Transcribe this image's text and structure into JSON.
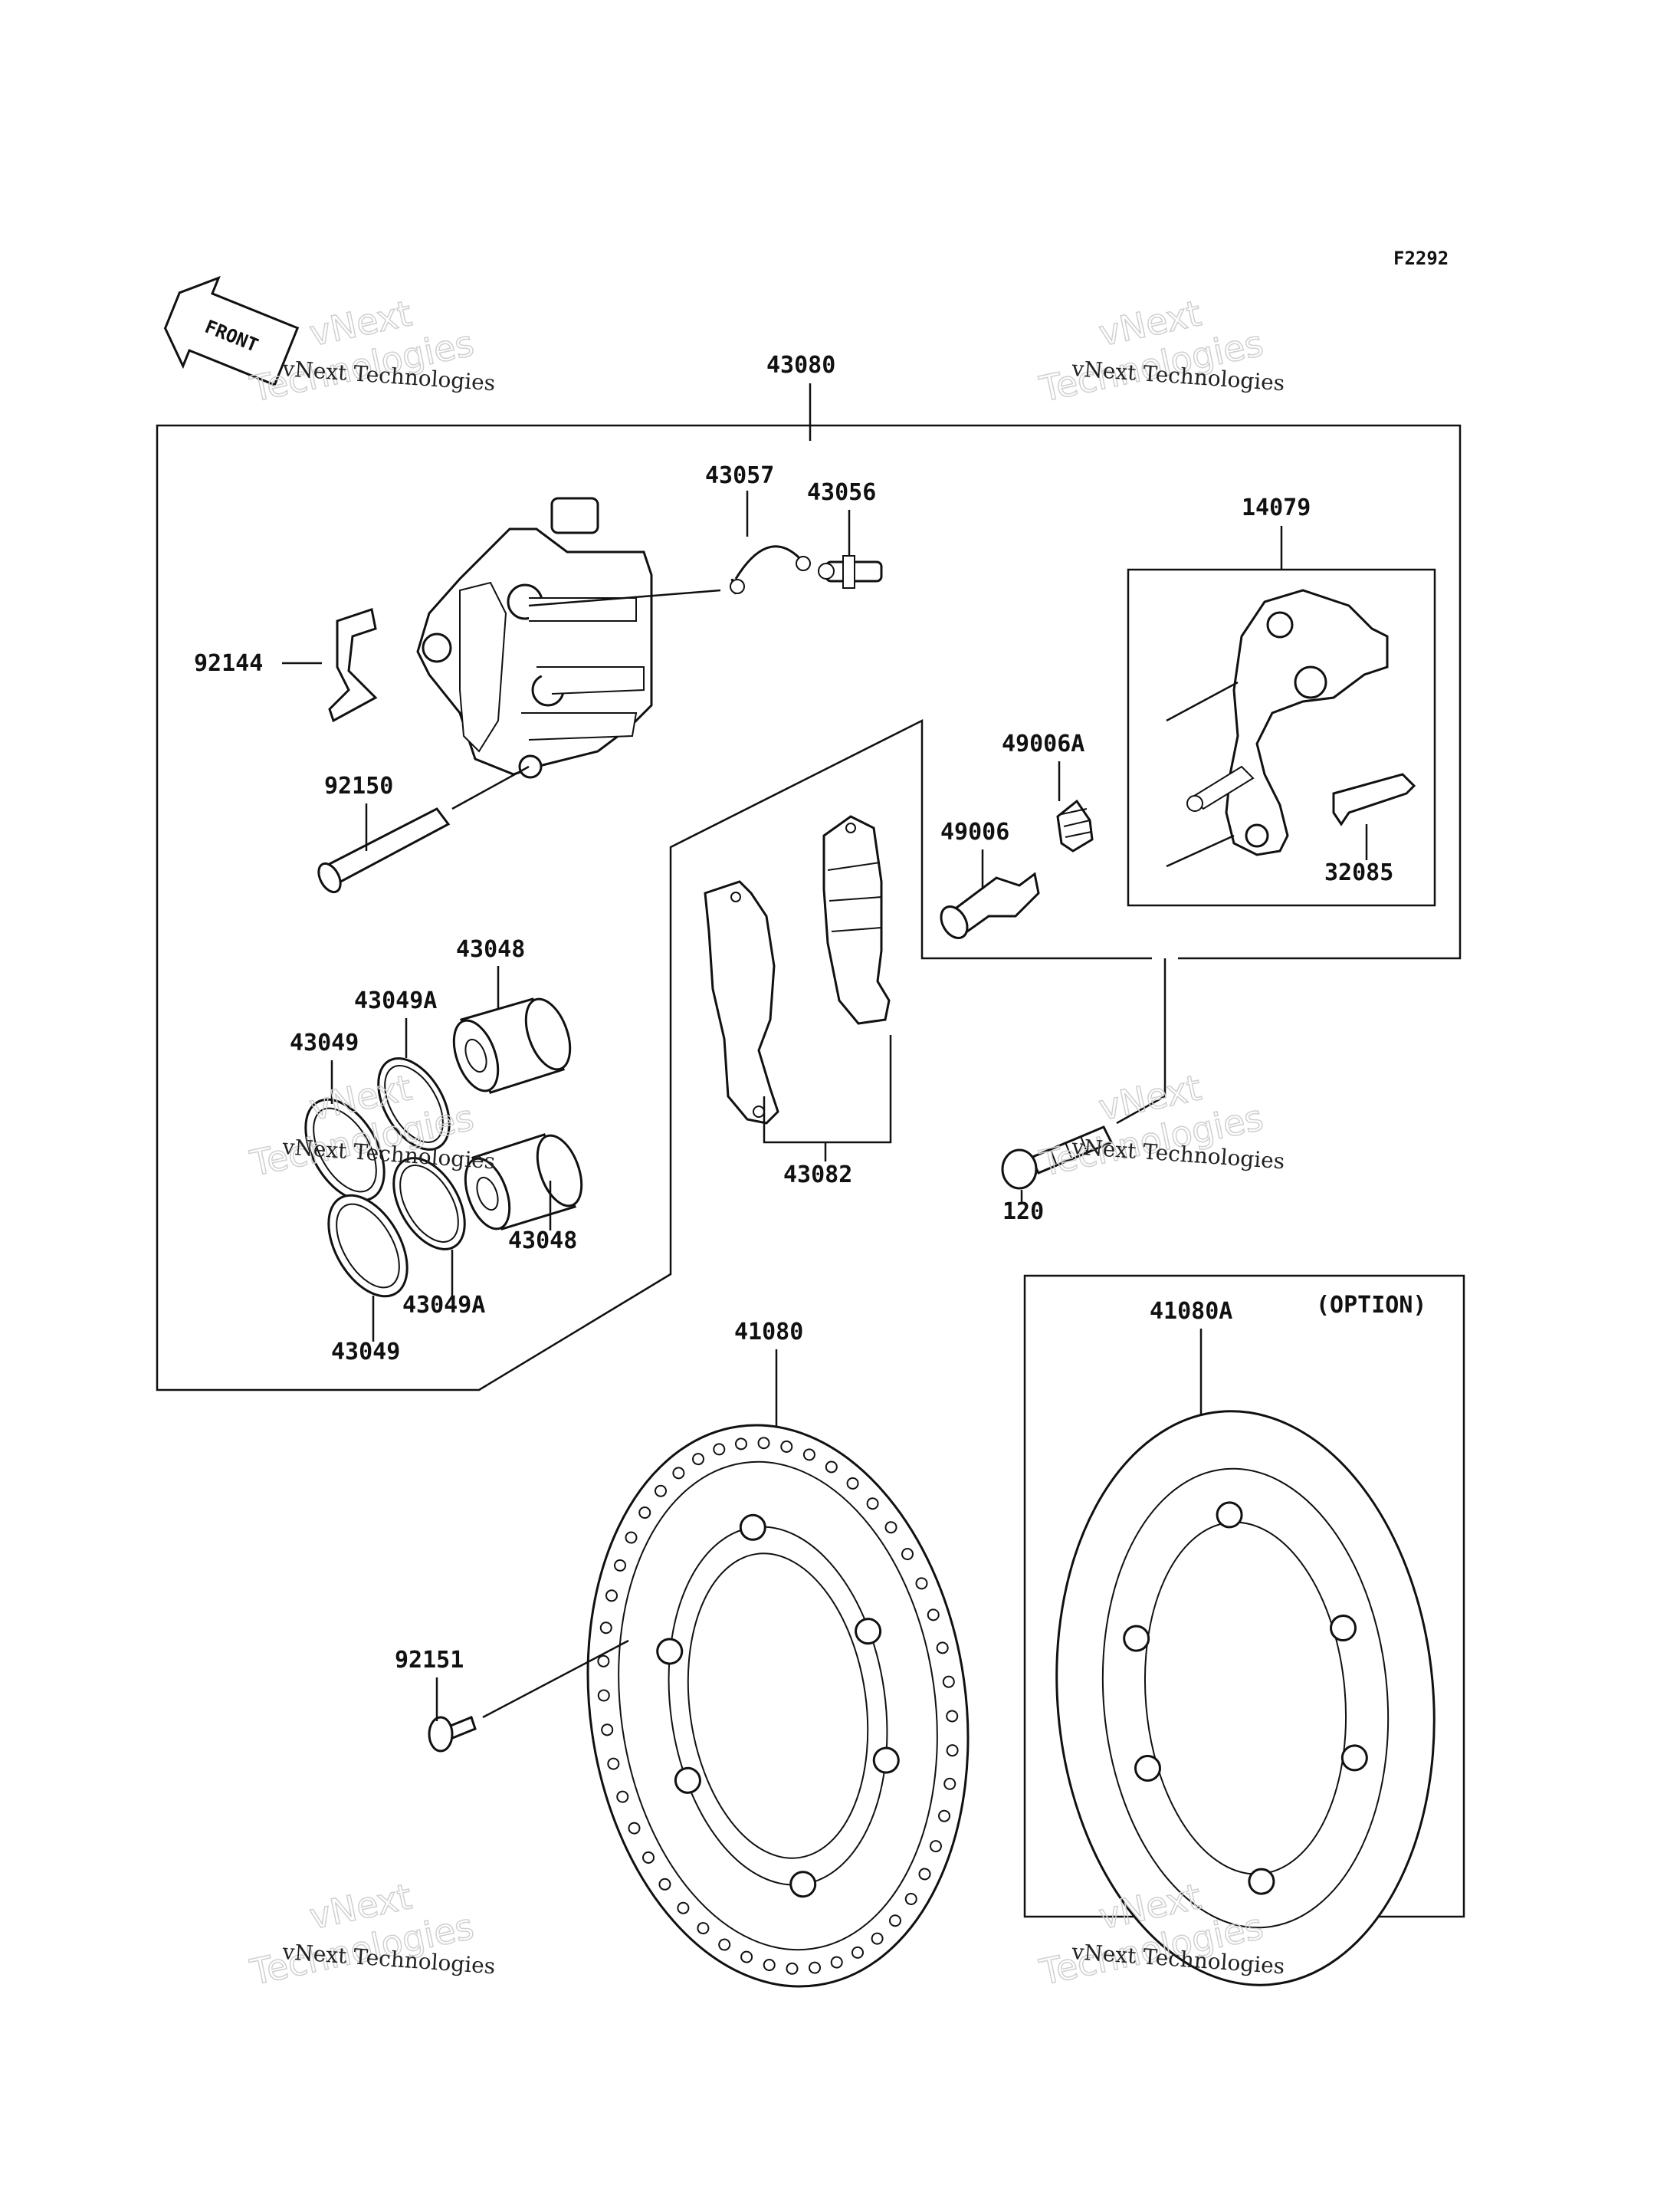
{
  "figure_code": "F2292",
  "front_label": "FRONT",
  "option_label": "(OPTION)",
  "watermark": {
    "big_top": "vNext",
    "big_bottom": "Technologies",
    "small": "vNext Technologies"
  },
  "parts": {
    "p43080": "43080",
    "p43057": "43057",
    "p43056": "43056",
    "p14079": "14079",
    "p92144": "92144",
    "p92150": "92150",
    "p49006A": "49006A",
    "p49006": "49006",
    "p32085": "32085",
    "p43048a": "43048",
    "p43049Aa": "43049A",
    "p43049a": "43049",
    "p43048b": "43048",
    "p43049Ab": "43049A",
    "p43049b": "43049",
    "p43082": "43082",
    "p120": "120",
    "p41080": "41080",
    "p41080A": "41080A",
    "p92151": "92151"
  }
}
